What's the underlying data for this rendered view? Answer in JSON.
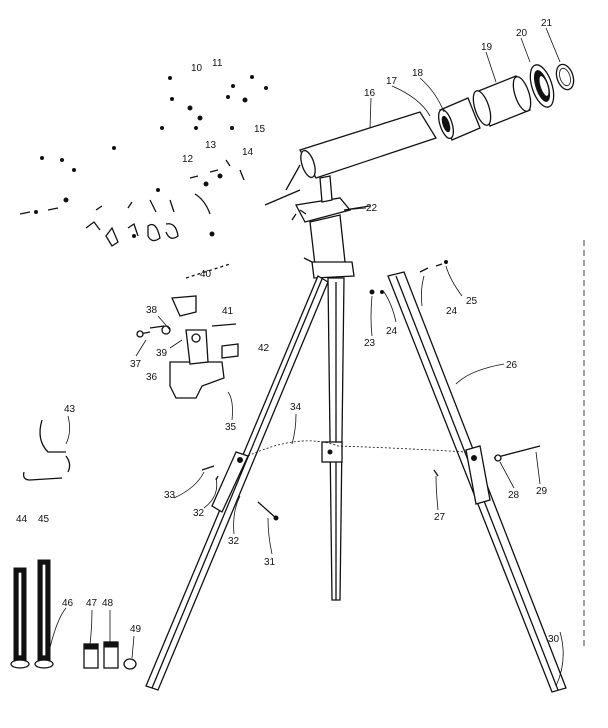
{
  "diagram": {
    "labels": [
      "10",
      "11",
      "12",
      "13",
      "14",
      "15",
      "16",
      "17",
      "18",
      "19",
      "20",
      "21",
      "22",
      "23",
      "24",
      "24",
      "25",
      "26",
      "27",
      "28",
      "29",
      "30",
      "31",
      "32",
      "32",
      "33",
      "34",
      "35",
      "36",
      "37",
      "38",
      "39",
      "40",
      "41",
      "42",
      "43",
      "44",
      "45",
      "46",
      "47",
      "48",
      "49"
    ]
  }
}
